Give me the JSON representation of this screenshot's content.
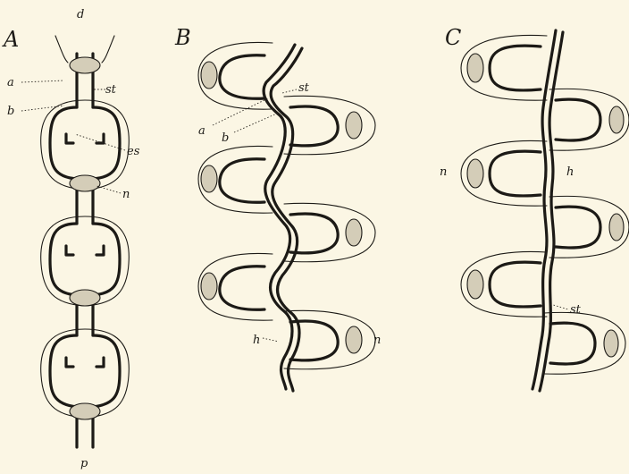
{
  "panels": {
    "a": "A",
    "b": "B",
    "c": "C"
  },
  "labels": {
    "d": "d",
    "p": "p",
    "a": "a",
    "st_a": "st",
    "b": "b",
    "es": "es",
    "n_a": "n",
    "st_b": "st",
    "a_b": "a",
    "b_b": "b",
    "h_b": "h",
    "n_b": "n",
    "n_c": "n",
    "h_c": "h",
    "st_c": "st"
  }
}
